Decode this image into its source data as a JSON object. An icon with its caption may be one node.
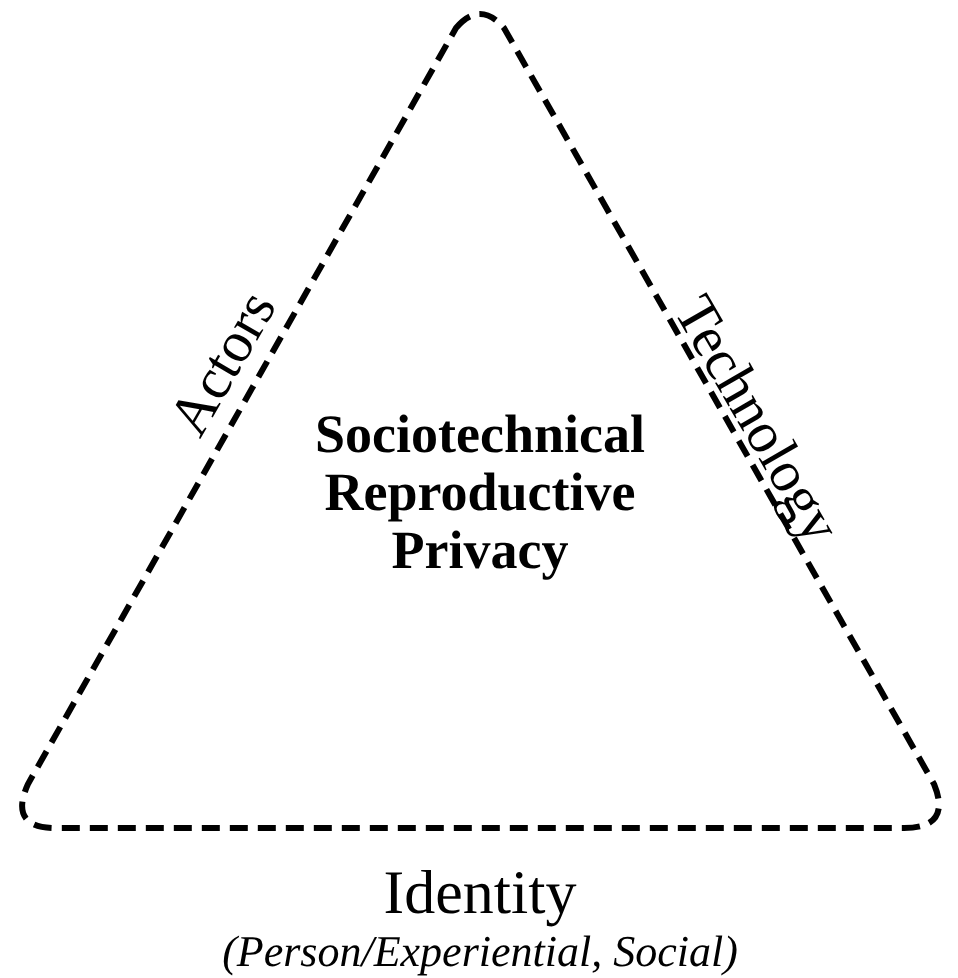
{
  "diagram": {
    "nodes": [
      {
        "text": [
          "Sociotechnical Reproductive Privacy"
        ]
      }
    ],
    "edges": [],
    "labels": [
      "Actors",
      "Technology",
      "Identity",
      "(Person/Experiential, Social)"
    ]
  }
}
